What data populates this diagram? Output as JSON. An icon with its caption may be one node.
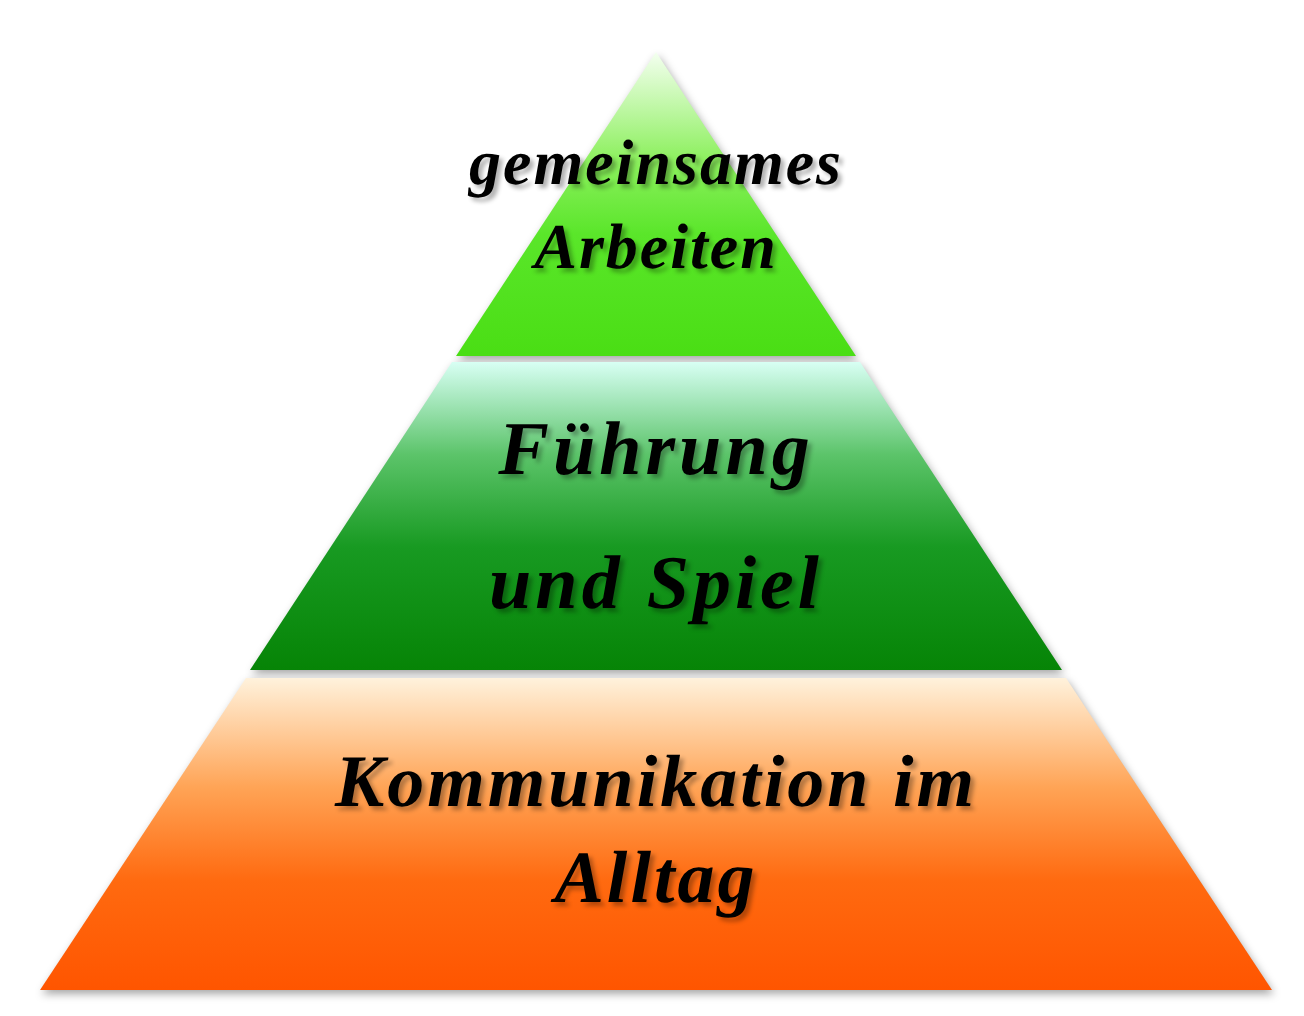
{
  "diagram": {
    "nodes": [
      {
        "text": [
          "gemeinsames Arbeiten"
        ]
      },
      {
        "text": [
          "Führung und Spiel"
        ]
      },
      {
        "text": [
          "Kommunikation im Alltag"
        ]
      }
    ]
  }
}
